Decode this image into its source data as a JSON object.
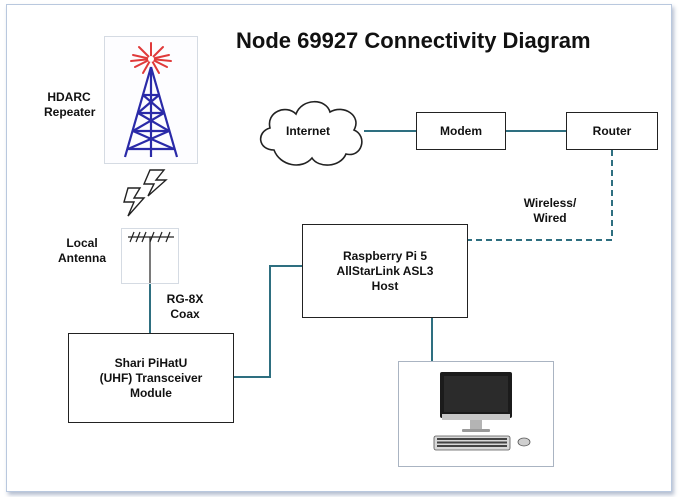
{
  "title": "Node 69927 Connectivity Diagram",
  "nodes": {
    "repeater_label": "HDARC\nRepeater",
    "antenna_label": "Local\nAntenna",
    "coax_label": "RG-8X\nCoax",
    "internet": "Internet",
    "modem": "Modem",
    "router": "Router",
    "wireless_label": "Wireless/\nWired",
    "raspberry_pi": "Raspberry Pi 5\nAllStarLink ASL3\nHost",
    "shari": "Shari PiHatU\n(UHF) Transceiver\nModule"
  },
  "icons": [
    "radio-tower-icon",
    "lightning-bolt-icon",
    "yagi-antenna-icon",
    "cloud-icon",
    "desktop-computer-icon"
  ],
  "colors": {
    "link": "#2e6f80",
    "tower": "#2a2aa8",
    "tower_rays": "#e03a3a",
    "title": "#111111"
  }
}
